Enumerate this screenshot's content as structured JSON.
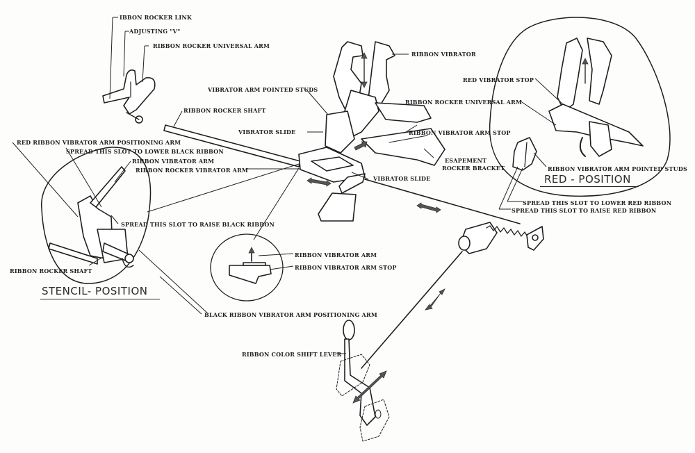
{
  "diagram": {
    "subject": "Typewriter ribbon vibrator and color shift mechanism",
    "insets": [
      {
        "id": "stencil",
        "title": "STENCIL- POSITION"
      },
      {
        "id": "red",
        "title": "RED - POSITION"
      },
      {
        "id": "detail",
        "title": ""
      }
    ],
    "labels": {
      "ribbon_rocker_link": "IBBON ROCKER LINK",
      "adjusting_v": "ADJUSTING \"V\"",
      "ribbon_rocker_universal_arm_top": "RIBBON ROCKER UNIVERSAL ARM",
      "ribbon_rocker_shaft_top": "RIBBON ROCKER SHAFT",
      "vibrator_arm_pointed_studs": "VIBRATOR ARM POINTED STUDS",
      "ribbon_vibrator": "RIBBON VIBRATOR",
      "vibrator_slide_upper": "VIBRATOR SLIDE",
      "ribbon_vibrator_arm_stop_main": "RIBBON VIBRATOR ARM STOP",
      "escapement_rocker_bracket_1": "ESAPEMENT",
      "escapement_rocker_bracket_2": "ROCKER BRACKET",
      "vibrator_slide_lower": "VIBRATOR SLIDE",
      "red_ribbon_vibrator_arm_positioning_arm": "RED RIBBON VIBRATOR ARM POSITIONING ARM",
      "spread_slot_lower_black": "SPREAD THIS SLOT TO LOWER BLACK RIBBON",
      "ribbon_vibrator_arm_left": "RIBBON VIBRATOR ARM",
      "ribbon_rocker_vibrator_arm": "RIBBON ROCKER VIBRATOR ARM",
      "spread_slot_raise_black": "SPREAD THIS SLOT TO RAISE BLACK RIBBON",
      "ribbon_rocker_shaft_inset": "RIBBON ROCKER SHAFT",
      "ribbon_vibrator_arm_detail": "RIBBON VIBRATOR ARM",
      "ribbon_vibrator_arm_stop_detail": "RIBBON VIBRATOR ARM STOP",
      "black_ribbon_vibrator_arm_positioning_arm": "BLACK RIBBON VIBRATOR ARM POSITIONING ARM",
      "red_vibrator_stop": "RED VIBRATOR STOP",
      "ribbon_rocker_universal_arm_red": "RIBBON ROCKER UNIVERSAL ARM",
      "ribbon_vibrator_arm_pointed_studs_red": "RIBBON VIBRATOR ARM POINTED STUDS",
      "spread_slot_lower_red": "SPREAD THIS SLOT TO LOWER RED RIBBON",
      "spread_slot_raise_red": "SPREAD THIS SLOT TO RAISE RED RIBBON",
      "ribbon_color_shift_lever": "RIBBON COLOR SHIFT LEVER"
    },
    "colors": {
      "ink": "#1f1f1f",
      "paper": "#fdfdfb"
    }
  }
}
